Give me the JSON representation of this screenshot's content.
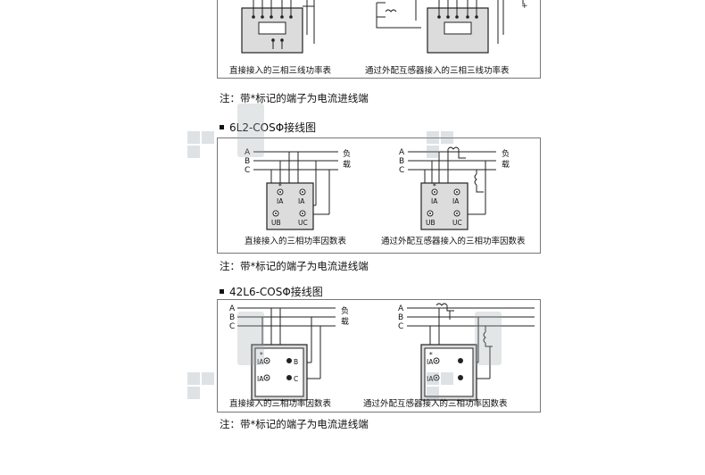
{
  "section1": {
    "caption_left": "直接接入的三相三线功率表",
    "caption_right": "通过外配互感器接入的三相三线功率表",
    "note": "注：带*标记的端子为电流进线端"
  },
  "section2": {
    "heading": "6L2-COSΦ接线图",
    "phase_a": "A",
    "phase_b": "B",
    "phase_c": "C",
    "load_1": "负",
    "load_2": "载",
    "terminal_star": "*",
    "terminal_ia": "IA",
    "terminal_ub": "UB",
    "terminal_uc": "UC",
    "caption_left": "直接接入的三相功率因数表",
    "caption_right": "通过外配互感器接入的三相功率因数表",
    "note": "注：带*标记的端子为电流进线端"
  },
  "section3": {
    "heading": "42L6-COSΦ接线图",
    "phase_a": "A",
    "phase_b": "B",
    "phase_c": "C",
    "load_1": "负",
    "load_2": "载",
    "terminal_star": "*",
    "terminal_ia": "IA",
    "terminal_b": "B",
    "terminal_c": "C",
    "caption_left": "直接接入的三相功率因数表",
    "caption_right": "通过外配互感器接入的三相功率因数表",
    "note": "注：带*标记的端子为电流进线端"
  },
  "colors": {
    "line": "#222222",
    "border": "#777777",
    "meter_fill": "#dcdcdc",
    "watermark": "#8a9aa0"
  },
  "icons": [
    "terminal-screw-icon",
    "current-transformer-icon",
    "watermark-logo-icon"
  ]
}
